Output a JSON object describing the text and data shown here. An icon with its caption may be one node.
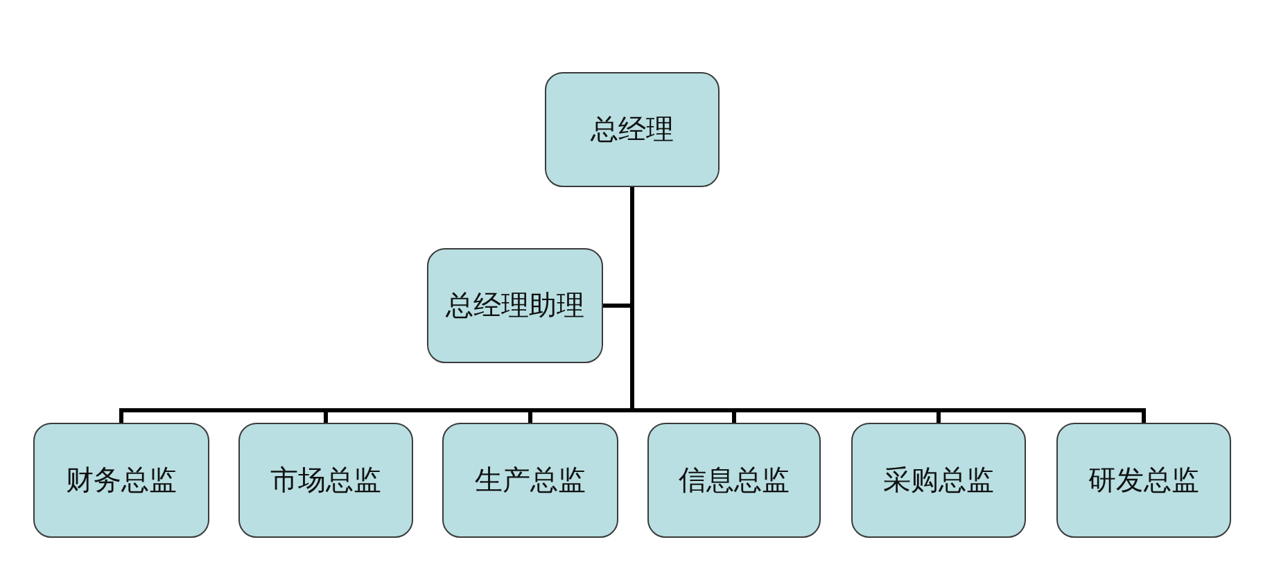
{
  "diagram": {
    "nodes": [
      {
        "text": [
          "总经理"
        ]
      },
      {
        "text": [
          "总经理助理"
        ]
      },
      {
        "text": [
          "财务总监"
        ]
      },
      {
        "text": [
          "市场总监"
        ]
      },
      {
        "text": [
          "生产总监"
        ]
      },
      {
        "text": [
          "信息总监"
        ]
      },
      {
        "text": [
          "采购总监"
        ]
      },
      {
        "text": [
          "研发总监"
        ]
      }
    ],
    "edges": [
      {
        "from": 0,
        "to": 1,
        "arrow": "none"
      },
      {
        "from": 0,
        "to": 2,
        "arrow": "none"
      },
      {
        "from": 0,
        "to": 3,
        "arrow": "none"
      },
      {
        "from": 0,
        "to": 4,
        "arrow": "none"
      },
      {
        "from": 0,
        "to": 5,
        "arrow": "none"
      },
      {
        "from": 0,
        "to": 6,
        "arrow": "none"
      },
      {
        "from": 0,
        "to": 7,
        "arrow": "none"
      }
    ]
  }
}
